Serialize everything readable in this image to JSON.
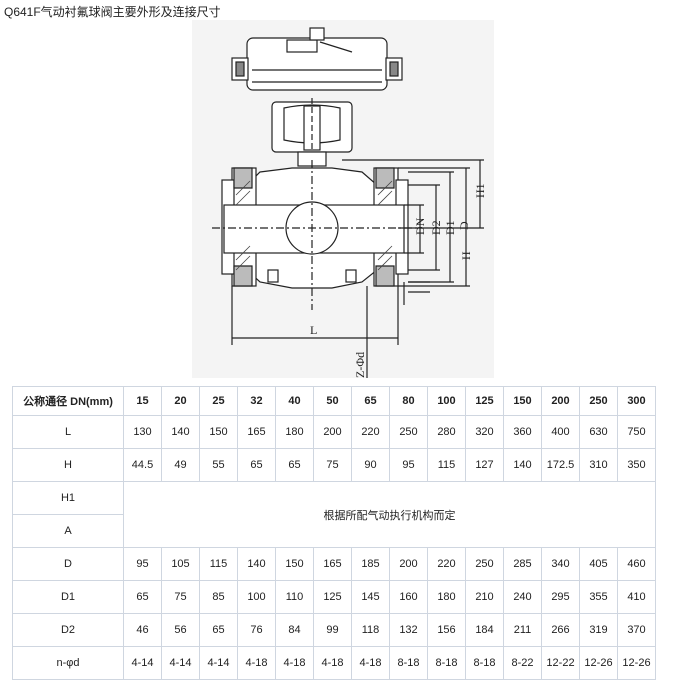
{
  "title": "Q641F气动衬氟球阀主要外形及连接尺寸",
  "drawing_labels": {
    "h1": "H1",
    "h": "H",
    "dn": "DN",
    "d2": "D2",
    "d1": "D1",
    "d": "D",
    "l": "L",
    "bolts": "Z-Φd"
  },
  "table": {
    "header_label": "公称通径 DN(mm)",
    "dn": [
      "15",
      "20",
      "25",
      "32",
      "40",
      "50",
      "65",
      "80",
      "100",
      "125",
      "150",
      "200",
      "250",
      "300"
    ],
    "rows": [
      {
        "label": "L",
        "values": [
          "130",
          "140",
          "150",
          "165",
          "180",
          "200",
          "220",
          "250",
          "280",
          "320",
          "360",
          "400",
          "630",
          "750"
        ]
      },
      {
        "label": "H",
        "values": [
          "44.5",
          "49",
          "55",
          "65",
          "65",
          "75",
          "90",
          "95",
          "115",
          "127",
          "140",
          "172.5",
          "310",
          "350"
        ]
      },
      {
        "label": "H1",
        "values": []
      },
      {
        "label": "A",
        "values": []
      },
      {
        "label": "D",
        "values": [
          "95",
          "105",
          "115",
          "140",
          "150",
          "165",
          "185",
          "200",
          "220",
          "250",
          "285",
          "340",
          "405",
          "460"
        ]
      },
      {
        "label": "D1",
        "values": [
          "65",
          "75",
          "85",
          "100",
          "110",
          "125",
          "145",
          "160",
          "180",
          "210",
          "240",
          "295",
          "355",
          "410"
        ]
      },
      {
        "label": "D2",
        "values": [
          "46",
          "56",
          "65",
          "76",
          "84",
          "99",
          "118",
          "132",
          "156",
          "184",
          "211",
          "266",
          "319",
          "370"
        ]
      },
      {
        "label": "n-φd",
        "values": [
          "4-14",
          "4-14",
          "4-14",
          "4-18",
          "4-18",
          "4-18",
          "4-18",
          "8-18",
          "8-18",
          "8-18",
          "8-22",
          "12-22",
          "12-26",
          "12-26"
        ]
      }
    ],
    "merged_note": "根据所配气动执行机构而定"
  }
}
